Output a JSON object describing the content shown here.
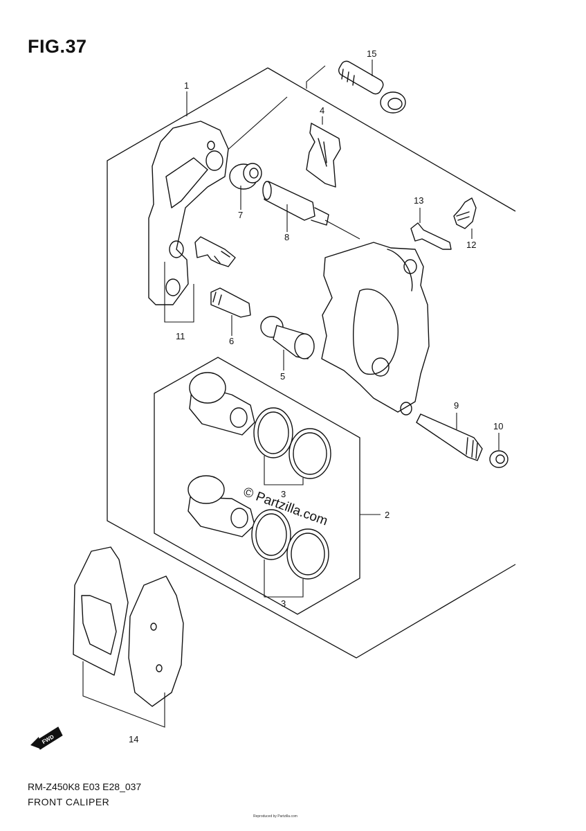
{
  "figure_title": "FIG.37",
  "callouts": {
    "c1": "1",
    "c2": "2",
    "c3a": "3",
    "c3b": "3",
    "c4": "4",
    "c5": "5",
    "c6": "6",
    "c7": "7",
    "c8": "8",
    "c9": "9",
    "c10": "10",
    "c11": "11",
    "c12": "12",
    "c13": "13",
    "c14": "14",
    "c15": "15"
  },
  "watermark": "© Partzilla.com",
  "direction_badge": "FWD",
  "footer": {
    "model_code": "RM-Z450K8 E03 E28_037",
    "part_name": "FRONT CALIPER"
  },
  "tiny_credit": "Reproduced by Partzilla.com"
}
